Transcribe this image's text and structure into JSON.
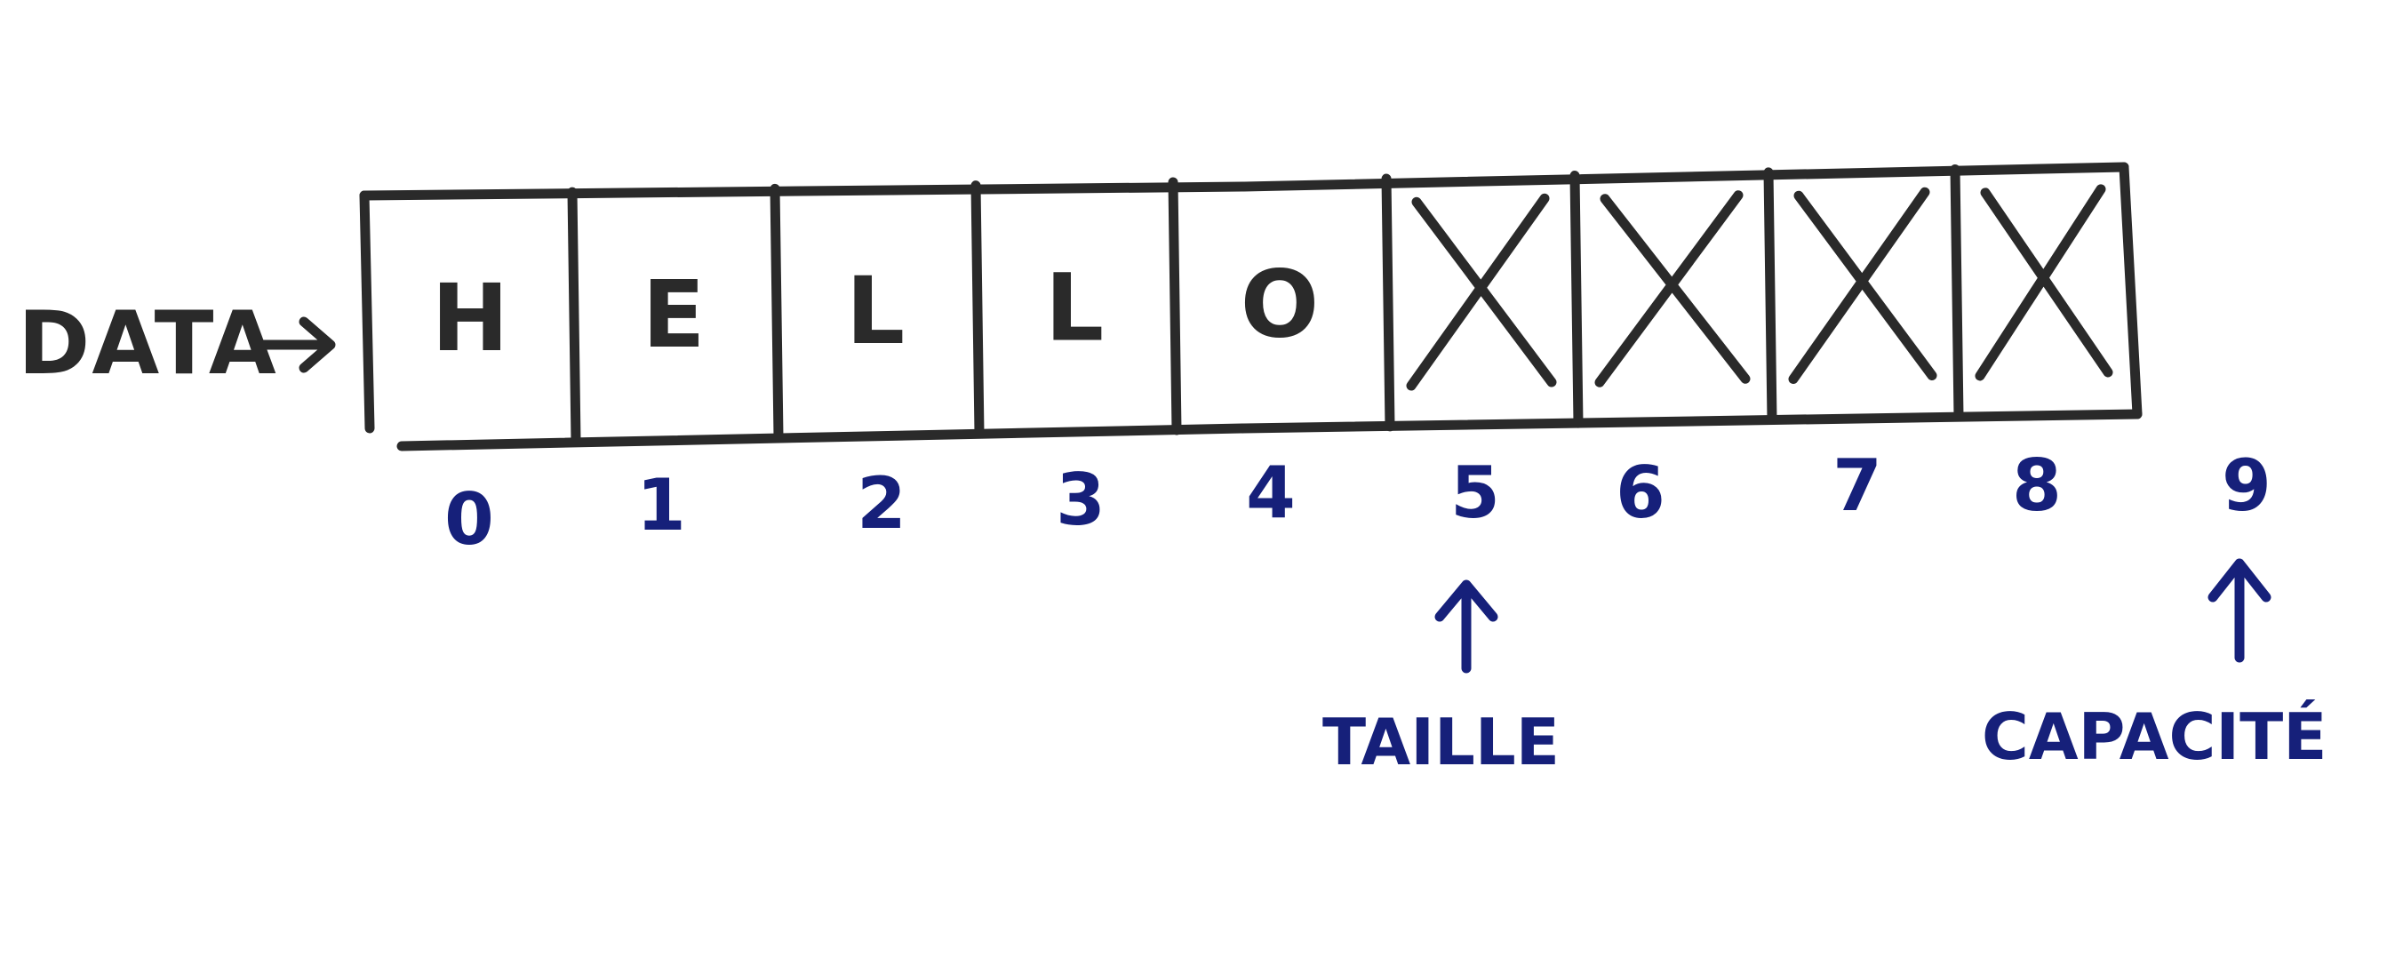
{
  "colors": {
    "array_ink": "#2a2a2a",
    "annotation_ink": "#16207a",
    "background": "#ffffff"
  },
  "pointer": {
    "label": "DATA",
    "icon": "arrow-right-icon"
  },
  "array": {
    "cells": [
      {
        "content": "H",
        "empty": false
      },
      {
        "content": "E",
        "empty": false
      },
      {
        "content": "L",
        "empty": false
      },
      {
        "content": "L",
        "empty": false
      },
      {
        "content": "O",
        "empty": false
      },
      {
        "content": "",
        "empty": true,
        "mark": "x-mark-icon"
      },
      {
        "content": "",
        "empty": true,
        "mark": "x-mark-icon"
      },
      {
        "content": "",
        "empty": true,
        "mark": "x-mark-icon"
      },
      {
        "content": "",
        "empty": true,
        "mark": "x-mark-icon"
      }
    ],
    "indices": [
      "0",
      "1",
      "2",
      "3",
      "4",
      "5",
      "6",
      "7",
      "8",
      "9"
    ]
  },
  "annotations": {
    "size_label": "TAILLE",
    "size_index": 5,
    "capacity_label": "CAPACITÉ",
    "capacity_index": 9,
    "icon": "arrow-up-icon"
  }
}
